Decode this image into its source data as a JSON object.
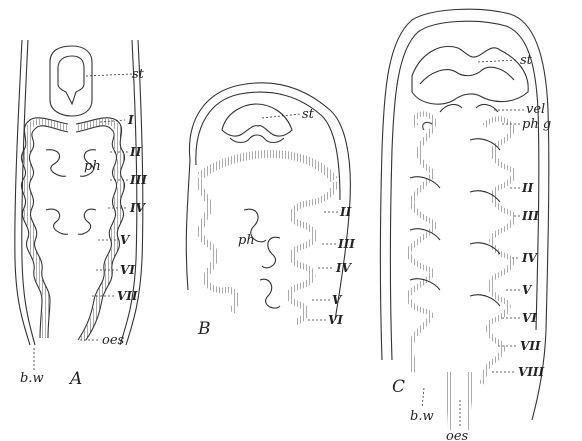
{
  "figure": {
    "panels": [
      {
        "letter": "A",
        "labels": {
          "st": "st",
          "ph": "ph",
          "bw": "b.w",
          "oes": "oes"
        },
        "arches": [
          "I",
          "II",
          "III",
          "IV",
          "V",
          "VI",
          "VII"
        ]
      },
      {
        "letter": "B",
        "labels": {
          "st": "st",
          "ph": "ph"
        },
        "arches": [
          "II",
          "III",
          "IV",
          "V",
          "VI"
        ]
      },
      {
        "letter": "C",
        "labels": {
          "st": "st",
          "vel": "vel",
          "phg": "ph g",
          "bw": "b.w",
          "oes": "oes"
        },
        "arches": [
          "II",
          "III",
          "IV",
          "V",
          "VI",
          "VII",
          "VIII"
        ]
      }
    ]
  }
}
